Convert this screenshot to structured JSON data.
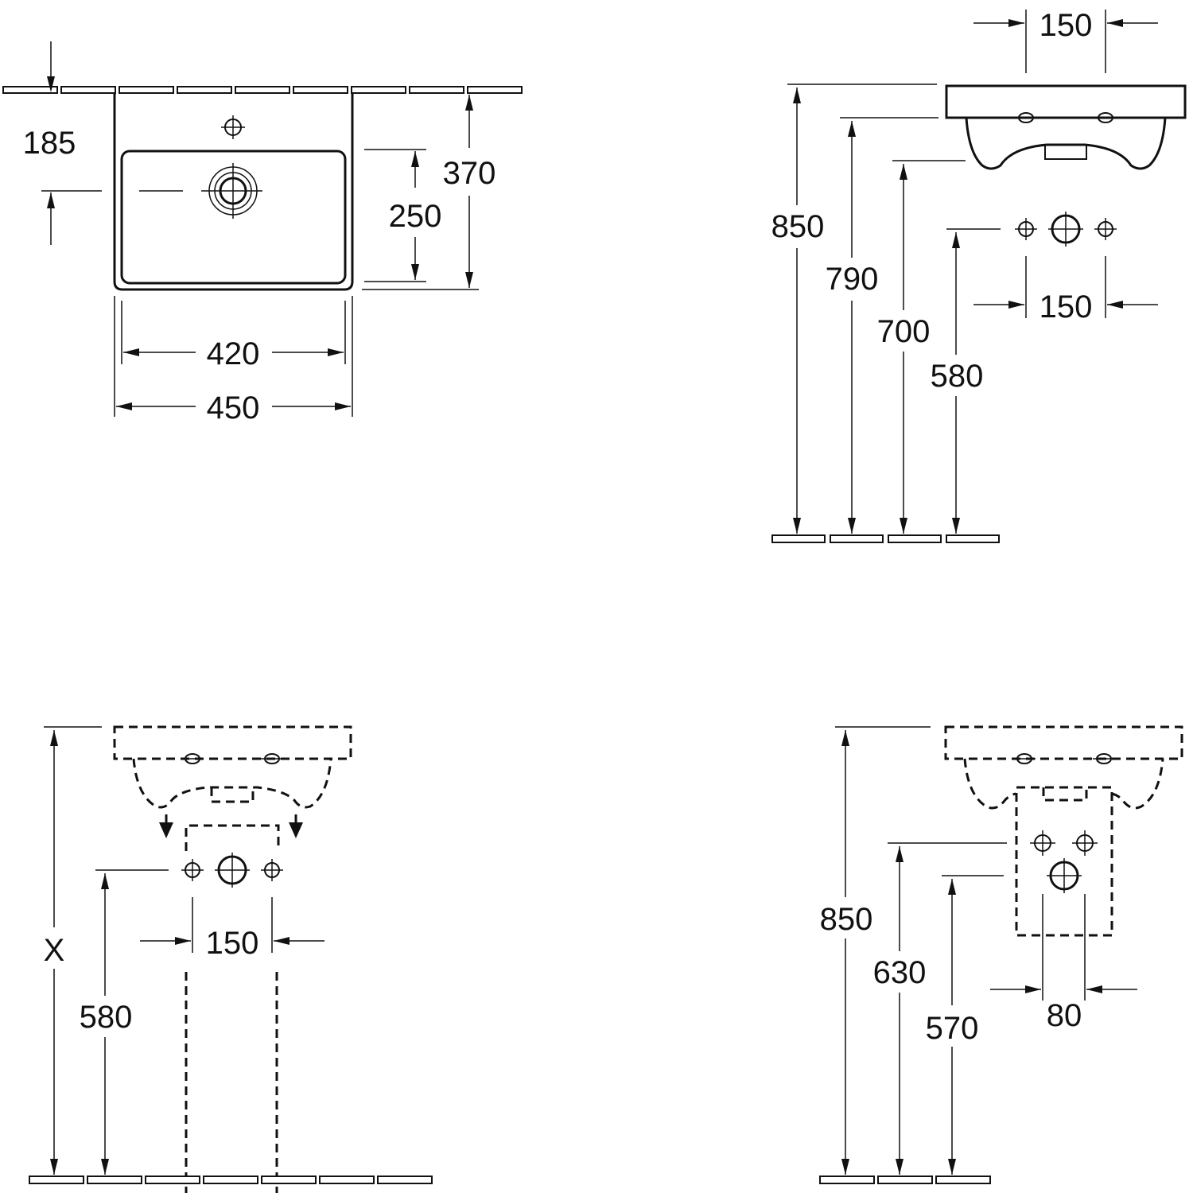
{
  "top_view": {
    "dims": {
      "tap_hole_offset": "185",
      "depth_overall": "370",
      "bowl_depth": "250",
      "bowl_width": "420",
      "width_overall": "450"
    }
  },
  "side_view": {
    "dims": {
      "fixing_spacing_top": "150",
      "rim_height": "850",
      "height_790": "790",
      "height_700": "700",
      "waste_height": "580",
      "fixing_spacing_wall": "150"
    }
  },
  "pedestal_view": {
    "dims": {
      "overall_height": "X",
      "waste_height": "580",
      "fixing_spacing": "150"
    }
  },
  "semi_pedestal_view": {
    "dims": {
      "rim_height": "850",
      "height_630": "630",
      "waste_height": "570",
      "spacing_80": "80"
    }
  }
}
